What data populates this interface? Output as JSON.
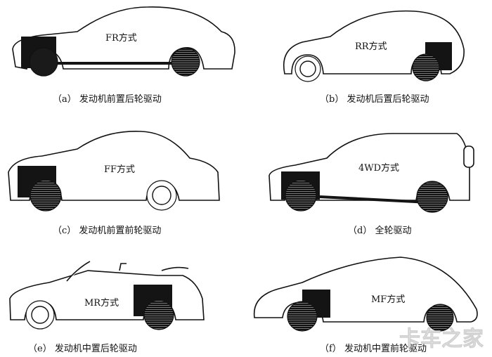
{
  "panels": [
    {
      "id": "a",
      "label": "FR方式",
      "caption": "（a） 发动机前置后轮驱动"
    },
    {
      "id": "b",
      "label": "RR方式",
      "caption": "（b） 发动机后置后轮驱动"
    },
    {
      "id": "c",
      "label": "FF方式",
      "caption": "（c） 发动机前置前轮驱动"
    },
    {
      "id": "d",
      "label": "4WD方式",
      "caption": "（d） 全轮驱动"
    },
    {
      "id": "e",
      "label": "MR方式",
      "caption": "（e） 发动机中置后轮驱动"
    },
    {
      "id": "f",
      "label": "MF方式",
      "caption": "（f） 发动机中置前轮驱动"
    }
  ],
  "watermark": "卡车之家"
}
